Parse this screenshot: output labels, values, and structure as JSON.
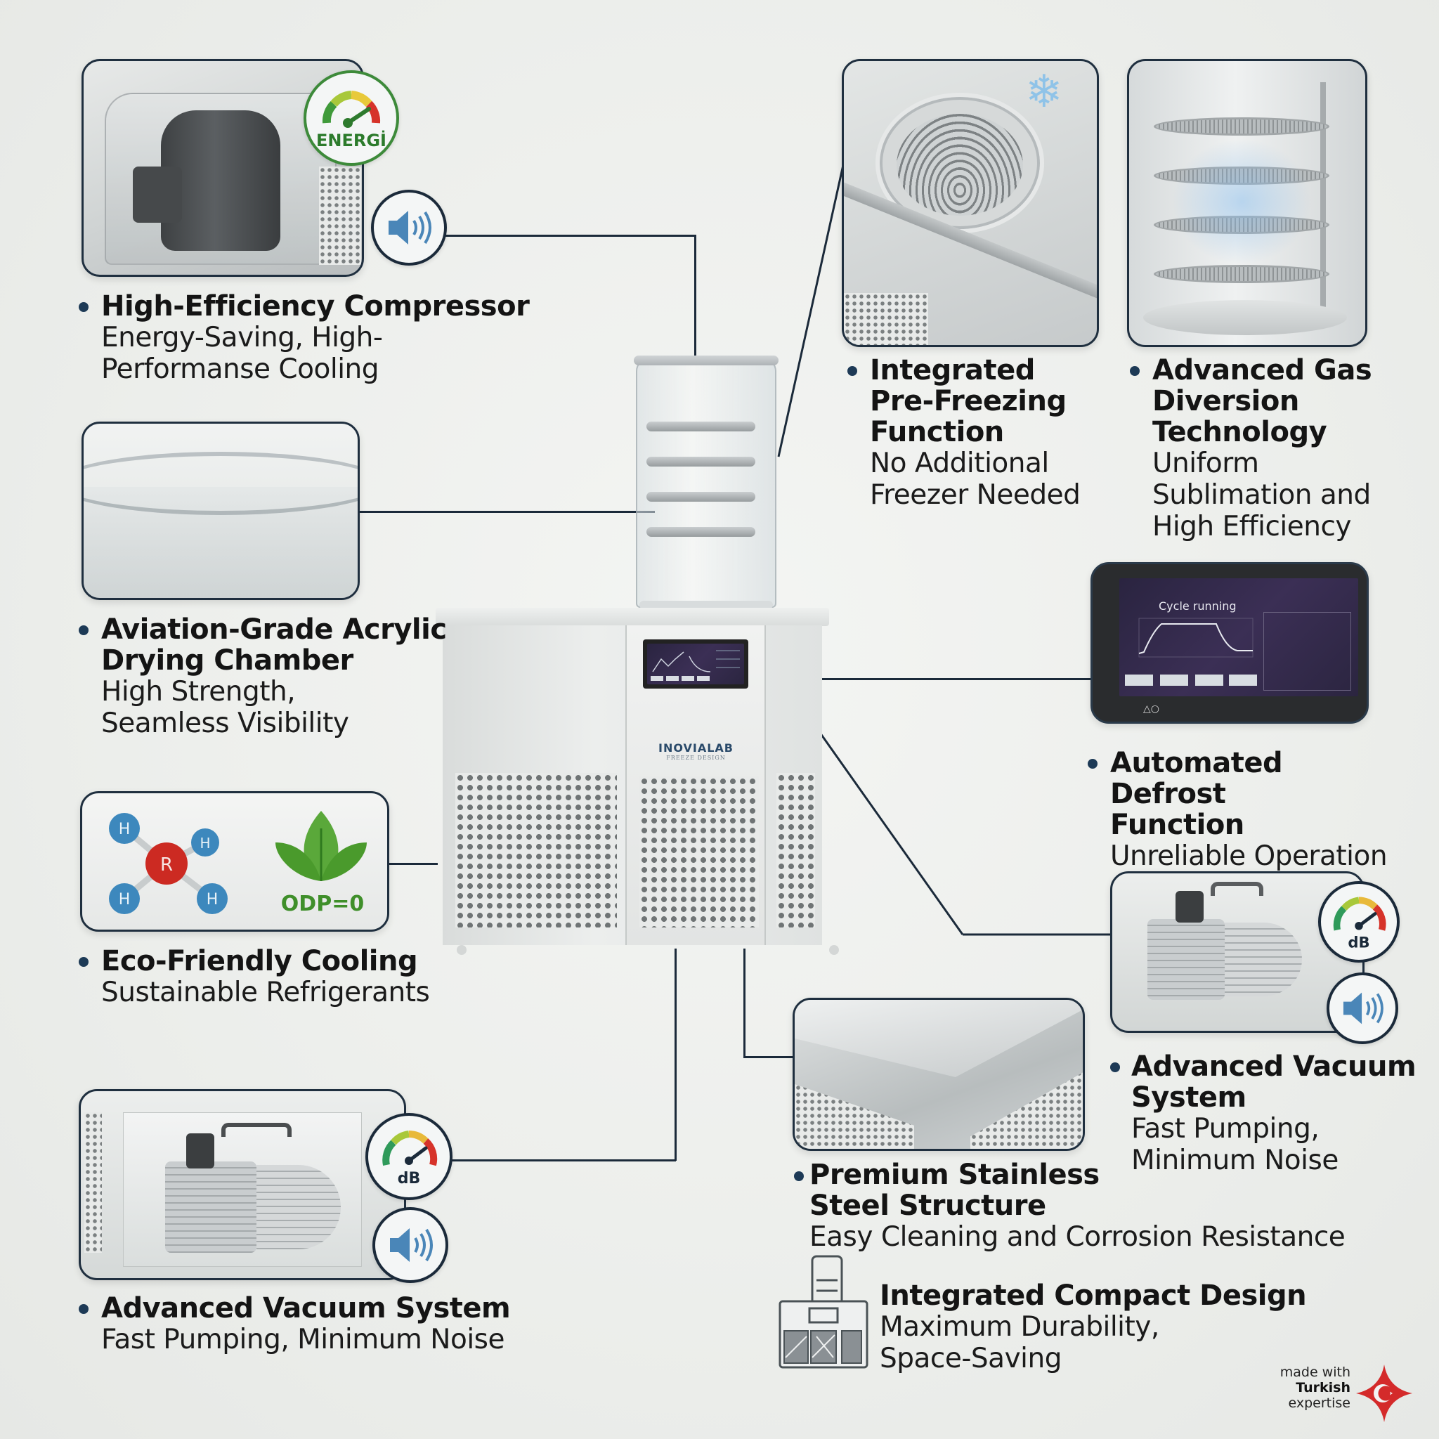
{
  "features": [
    {
      "id": "compressor",
      "title": "High-Efficiency Compressor",
      "subtitle_lines": [
        "Energy-Saving, High-",
        "Performanse Cooling"
      ],
      "badges": [
        "energy-gauge",
        "speaker"
      ]
    },
    {
      "id": "acrylic-chamber",
      "title_lines": [
        "Aviation-Grade Acrylic",
        "Drying Chamber"
      ],
      "subtitle_lines": [
        "High Strength,",
        "Seamless Visibility"
      ]
    },
    {
      "id": "eco-cooling",
      "title": "Eco-Friendly Cooling",
      "subtitle": "Sustainable Refrigerants",
      "molecule": {
        "center": "R",
        "atoms": [
          "H",
          "H",
          "H",
          "H"
        ]
      },
      "odp_label": "ODP=0"
    },
    {
      "id": "vacuum-left",
      "title": "Advanced Vacuum System",
      "subtitle": "Fast Pumping, Minimum Noise",
      "badges": [
        "db-gauge",
        "speaker"
      ]
    },
    {
      "id": "pre-freezing",
      "title_lines": [
        "Integrated",
        "Pre-Freezing",
        "Function"
      ],
      "subtitle_lines": [
        "No Additional",
        "Freezer Needed"
      ]
    },
    {
      "id": "gas-diversion",
      "title_lines": [
        "Advanced Gas",
        "Diversion",
        "Technology"
      ],
      "subtitle_lines": [
        "Uniform",
        "Sublimation and",
        "High Efficiency"
      ]
    },
    {
      "id": "defrost",
      "title_lines": [
        "Automated Defrost",
        "Function"
      ],
      "subtitle": "Unreliable Operation"
    },
    {
      "id": "vacuum-right",
      "title_lines": [
        "Advanced Vacuum",
        "System"
      ],
      "subtitle_lines": [
        "Fast Pumping,",
        "Minimum Noise"
      ],
      "badges": [
        "db-gauge",
        "speaker"
      ]
    },
    {
      "id": "stainless",
      "title_lines": [
        "Premium Stainless",
        "Steel Structure"
      ],
      "subtitle": "Easy Cleaning and Corrosion Resistance"
    },
    {
      "id": "compact",
      "title": "Integrated Compact Design",
      "subtitle_lines": [
        "Maximum Durability,",
        "Space-Saving"
      ]
    }
  ],
  "badges": {
    "energy_label": "ENERGİ",
    "db_label": "dB"
  },
  "device": {
    "brand": "INOVIALAB",
    "brand_sub": "FREEZE DESIGN",
    "brand_color": "#2a4a6a"
  },
  "touchscreen": {
    "status": "Cycle running"
  },
  "footer": {
    "made_with": "made with",
    "origin": "Turkish",
    "expertise": "expertise"
  },
  "colors": {
    "accent_navy": "#1d3a56",
    "leaf_green": "#4a9a2c",
    "speaker_blue": "#4a86b8",
    "molecule_red": "#cc2a22",
    "molecule_blue": "#3d88bd",
    "flag_red": "#d42a2a"
  }
}
